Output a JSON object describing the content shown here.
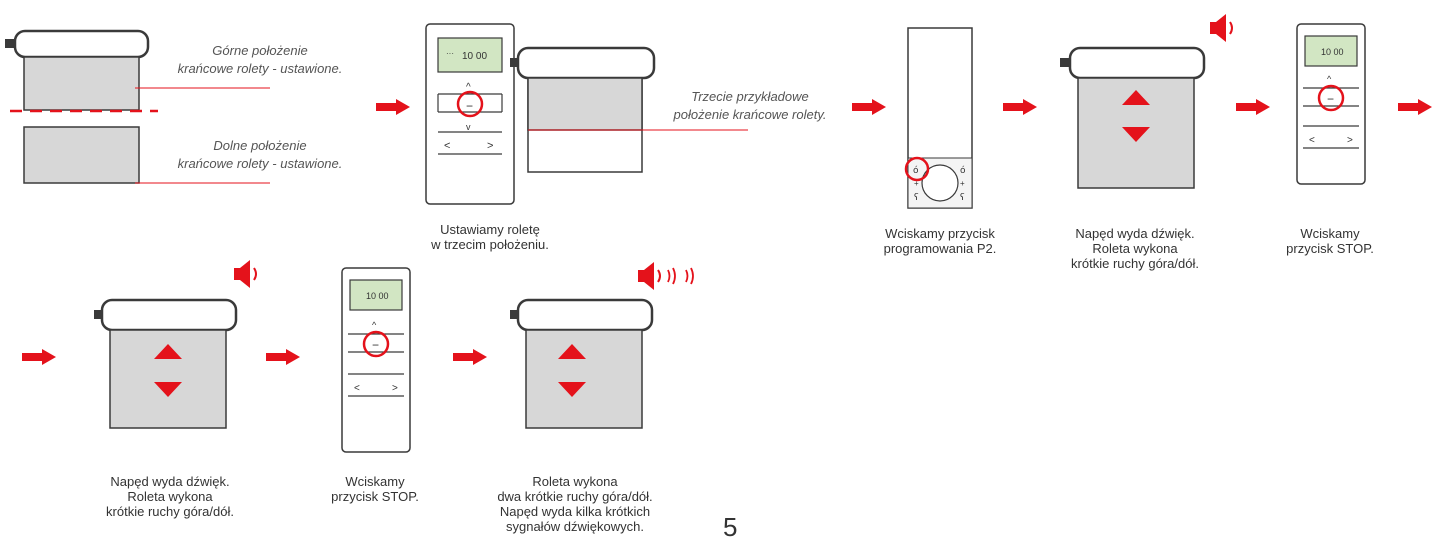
{
  "colors": {
    "accent": "#e4121b",
    "shade": "#d7d7d7",
    "outline": "#3a3a3a",
    "lcd": "#d2e6c3"
  },
  "remote_display": {
    "time": "10 00",
    "dashes": "···"
  },
  "remote_buttons": {
    "stop": "−",
    "up": "^",
    "down": "v",
    "left": "<",
    "right": ">"
  },
  "step1": {
    "top_note": "Górne położenie\nkrańcowe rolety - ustawione.",
    "bottom_note": "Dolne położenie\nkrańcowe rolety - ustawione."
  },
  "step2": {
    "note": "Trzecie przykładowe\npołożenie krańcowe rolety.",
    "caption": "Ustawiamy roletę\nw trzecim położeniu."
  },
  "step3": {
    "caption": "Wciskamy przycisk\nprogramowania P2."
  },
  "step4": {
    "caption": "Napęd wyda dźwięk.\nRoleta wykona\nkrótkie ruchy góra/dół."
  },
  "step5": {
    "caption": "Wciskamy\nprzycisk STOP."
  },
  "step6": {
    "caption": "Napęd wyda dźwięk.\nRoleta wykona\nkrótkie ruchy góra/dół."
  },
  "step7": {
    "caption": "Wciskamy\nprzycisk STOP."
  },
  "step8": {
    "caption": "Roleta wykona\ndwa krótkie ruchy góra/dół.\nNapęd wyda kilka krótkich\nsygnałów dźwiękowych."
  },
  "page_number": "5"
}
